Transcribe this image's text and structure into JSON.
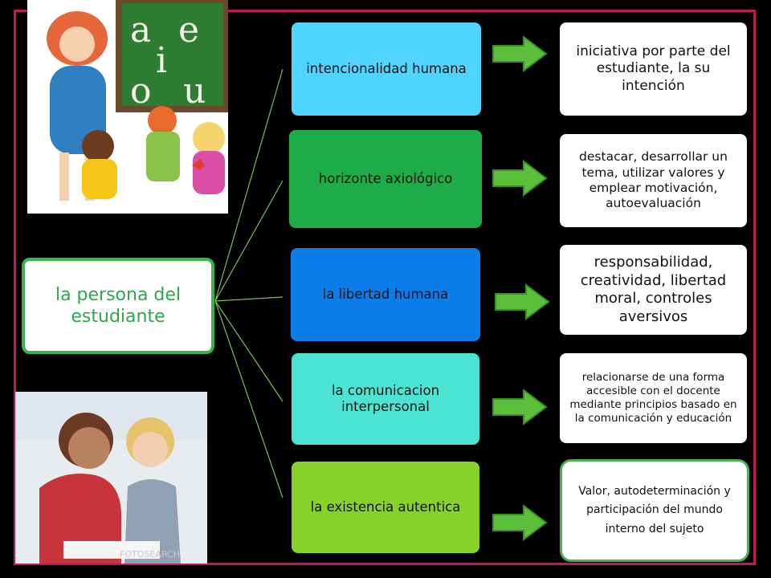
{
  "colors": {
    "frame": "#c2185b",
    "root_border": "#35b54a",
    "root_text": "#2ea74d",
    "category_1": "#4fd4ff",
    "category_2": "#1eac4a",
    "category_3": "#0b7ce8",
    "category_4": "#4ae3d4",
    "category_5": "#86d12a",
    "arrow": "#5bbf3b",
    "connector": "#7cc243"
  },
  "illustration_top": {
    "chalkboard_letters": [
      "a",
      "e",
      "i",
      "o",
      "u"
    ]
  },
  "photo_bottom": {
    "watermark": "FOTOSEARCH"
  },
  "root": {
    "label": "la persona del estudiante"
  },
  "categories": [
    {
      "label": "intencionalidad humana"
    },
    {
      "label": "horizonte axiológico"
    },
    {
      "label": "la libertad humana"
    },
    {
      "label": "la comunicacion interpersonal"
    },
    {
      "label": "la existencia autentica"
    }
  ],
  "descriptions": [
    {
      "text": "iniciativa por parte del estudiante, la su intención"
    },
    {
      "text": "destacar, desarrollar un tema, utilizar valores y emplear motivación, autoevaluación"
    },
    {
      "text": "responsabilidad, creatividad, libertad moral, controles aversivos"
    },
    {
      "text": "relacionarse de una forma accesible con el docente mediante principios basado en la comunicación y educación"
    },
    {
      "text": "Valor, autodeterminación y participación del mundo interno del sujeto"
    }
  ],
  "arrows": [
    {
      "icon": "right-arrow-icon"
    },
    {
      "icon": "right-arrow-icon"
    },
    {
      "icon": "right-arrow-icon"
    },
    {
      "icon": "right-arrow-icon"
    },
    {
      "icon": "right-arrow-icon"
    }
  ]
}
